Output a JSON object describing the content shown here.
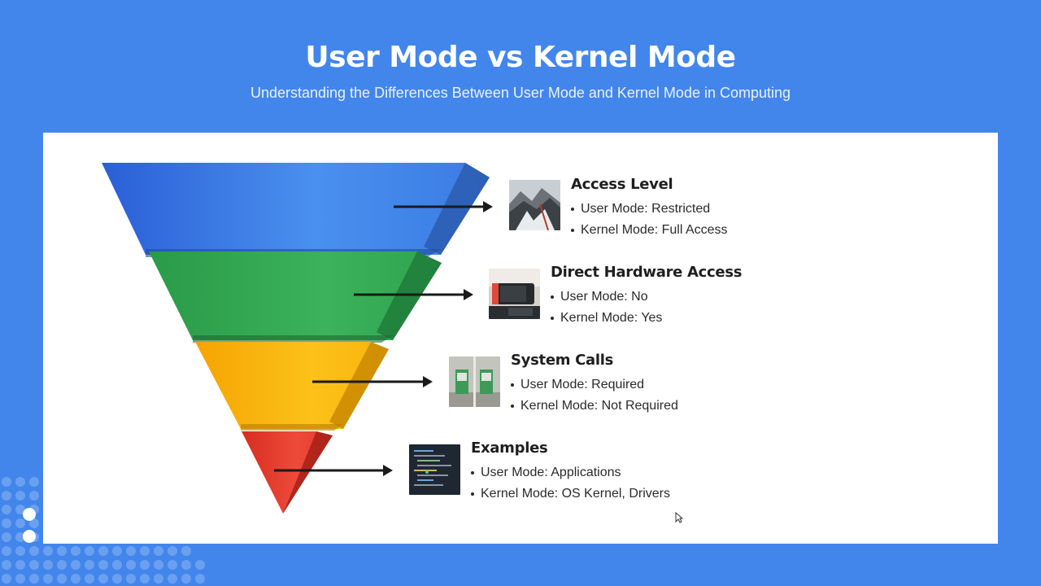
{
  "title": "User Mode vs Kernel Mode",
  "subtitle": "Understanding the Differences Between User Mode and Kernel Mode in Computing",
  "colors": {
    "background": "#4286ec",
    "tier1": "#3b78e7",
    "tier2": "#34a853",
    "tier3": "#fbbc05",
    "tier4": "#ea4335"
  },
  "tiers": [
    {
      "heading": "Access Level",
      "image": "snowy-mountain-photo",
      "items": [
        "User Mode: Restricted",
        "Kernel Mode: Full Access"
      ]
    },
    {
      "heading": "Direct Hardware Access",
      "image": "game-console-photo",
      "items": [
        "User Mode: No",
        "Kernel Mode: Yes"
      ]
    },
    {
      "heading": "System Calls",
      "image": "payphone-photo",
      "items": [
        "User Mode: Required",
        "Kernel Mode: Not Required"
      ]
    },
    {
      "heading": "Examples",
      "image": "code-screen-photo",
      "items": [
        "User Mode: Applications",
        "Kernel Mode: OS Kernel, Drivers"
      ]
    }
  ]
}
